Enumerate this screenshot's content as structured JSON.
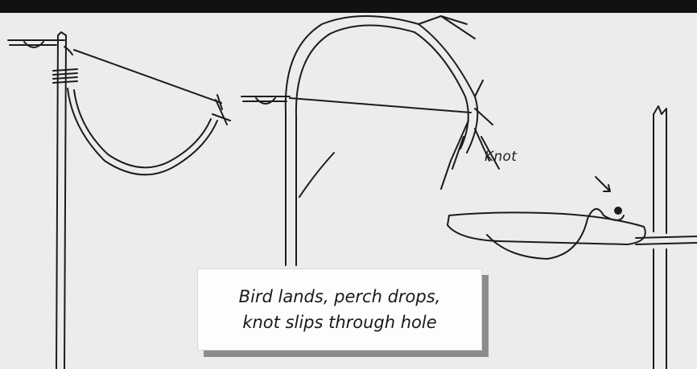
{
  "labels": {
    "knot": "Knot"
  },
  "caption": {
    "line1": "Bird lands, perch drops,",
    "line2": "knot slips through hole"
  }
}
